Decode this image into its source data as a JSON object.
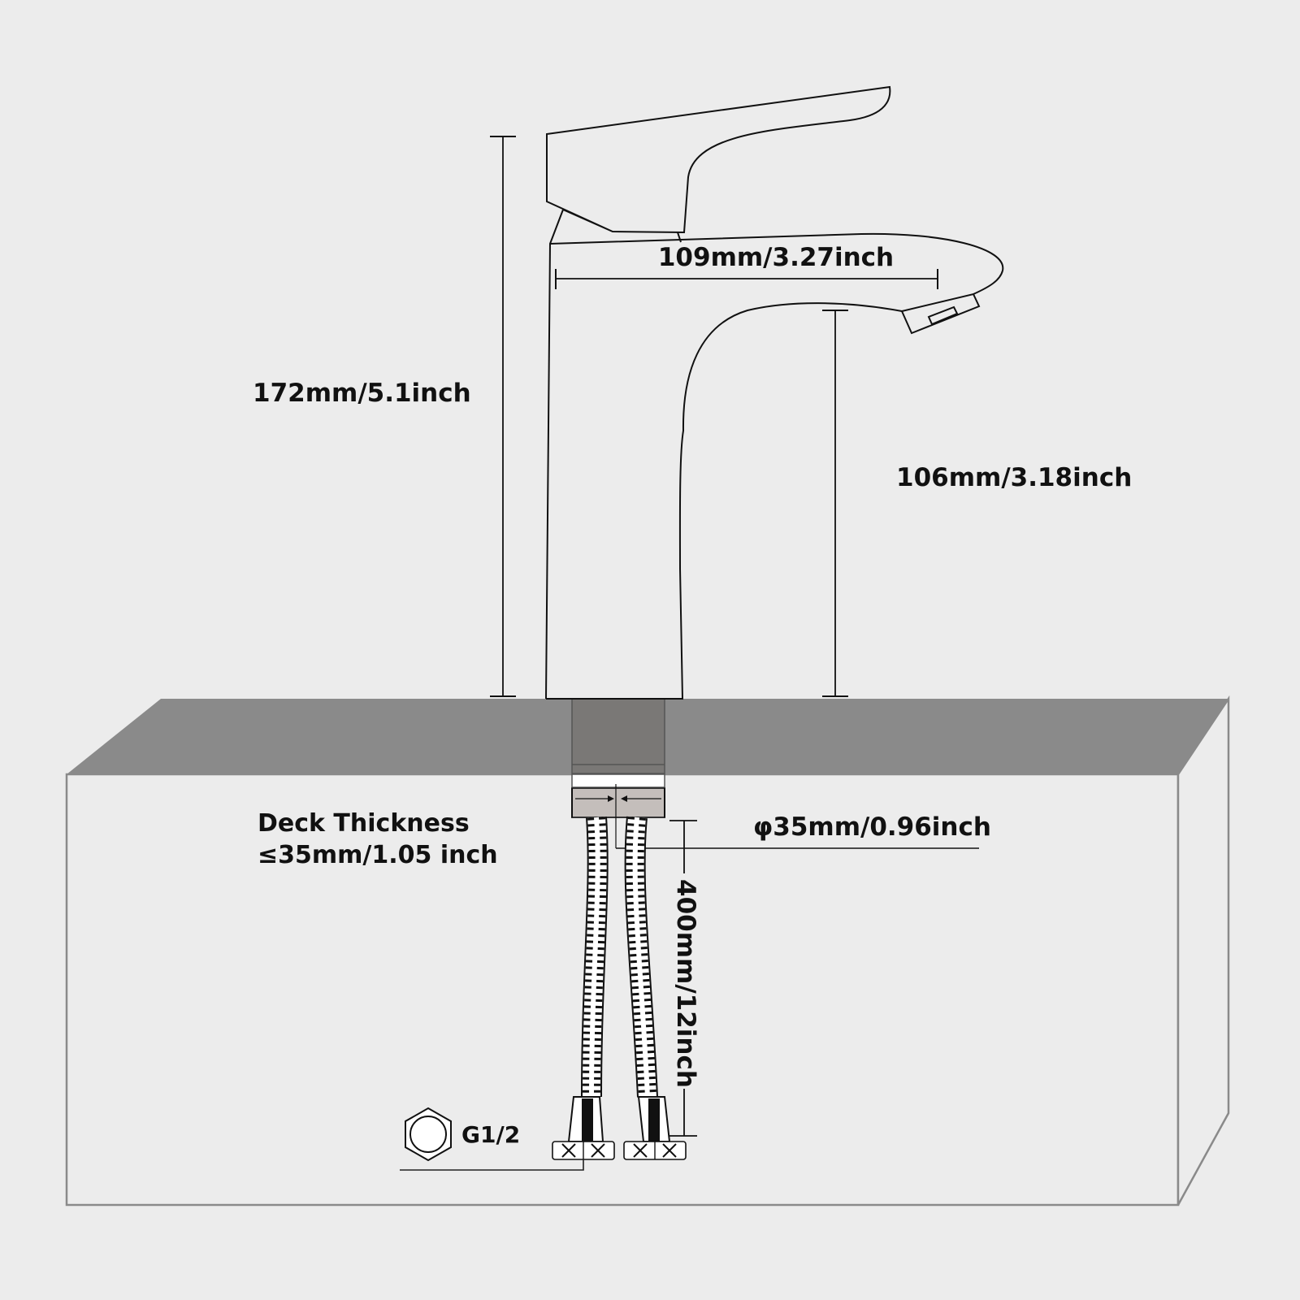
{
  "dimensions": {
    "spout_reach": "109mm/3.27inch",
    "total_height": "172mm/5.1inch",
    "spout_height": "106mm/3.18inch",
    "deck_thickness_label": "Deck Thickness",
    "deck_thickness_value": "≤35mm/1.05 inch",
    "hole_diameter": "φ35mm/0.96inch",
    "hose_length": "400mm/12inch",
    "connector": "G1/2"
  },
  "icons": {
    "connector": "hex-nut-icon"
  },
  "colors": {
    "background": "#ececec",
    "deck_top": "#8a8a8a",
    "deck_front": "#ececec",
    "shank": "#7a7876",
    "nut": "#c4bebb",
    "outline": "#111111"
  }
}
